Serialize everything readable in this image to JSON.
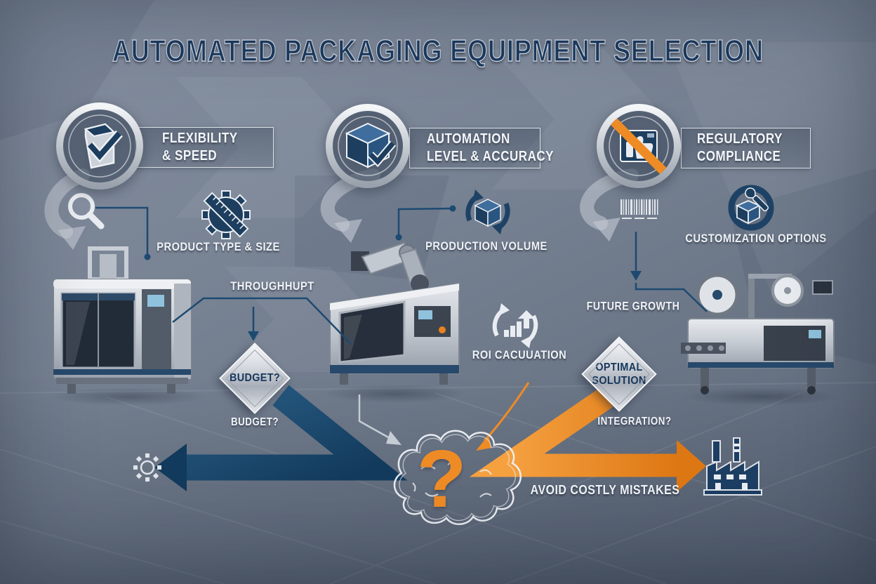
{
  "title": "AUTOMATED PACKAGING EQUIPMENT SELECTION",
  "pillars": [
    {
      "line1": "FLEXIBILITY",
      "line2": "& SPEED",
      "icon": "carton-check-icon"
    },
    {
      "line1": "AUTOMATION",
      "line2": "LEVEL & ACCURACY",
      "icon": "box-check-icon"
    },
    {
      "line1": "REGULATORY",
      "line2": "COMPLIANCE",
      "icon": "no-approval-icon"
    }
  ],
  "labels": {
    "product_type": "PRODUCT TYPE & SIZE",
    "production_volume": "PRODUCTION VOLUME",
    "customization": "CUSTOMIZATION OPTIONS",
    "throughput": "THROUGHHUPT",
    "future_growth": "FUTURE GROWTH",
    "roi": "ROI CACUUATION",
    "budget_caption": "BUDGET?",
    "integration": "INTEGRATION?",
    "avoid": "AVOID COSTLY MISTAKES"
  },
  "decisions": {
    "budget": "BUDGET?",
    "optimal_line1": "OPTIMAL",
    "optimal_line2": "SOLUTION"
  },
  "brain": {
    "question_mark": "?"
  },
  "icons": {
    "magnifier-icon": "search",
    "gear-ruler-icon": "gear+ruler",
    "box-cycle-icon": "box in circular arrows",
    "barcode-icon": "barcode",
    "box-wrench-icon": "box with wrench in ring",
    "roi-cycle-icon": "bar chart with growth arrow in circular arrows",
    "gear-outline-icon": "gear outline",
    "factory-icon": "factory",
    "brain-icon": "brain outline",
    "carton-check-icon": "carton with checkmark",
    "box-check-icon": "box with checkmark",
    "no-approval-icon": "crossed-out approval panel"
  },
  "colors": {
    "navy": "#16375c",
    "accent_navy": "#1d4a70",
    "orange": "#ee8b25",
    "silver": "#d4d8de",
    "label_white": "#f0f3f7",
    "bg_top": "#848e9f",
    "bg_bottom": "#5a6577"
  }
}
